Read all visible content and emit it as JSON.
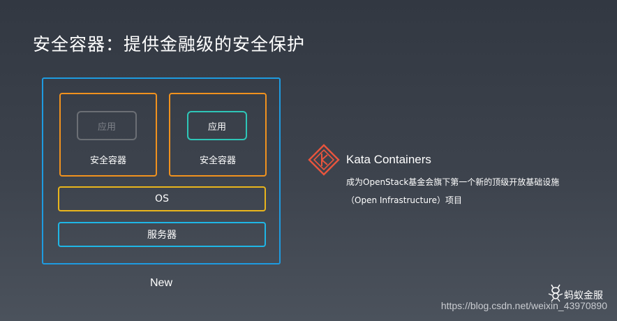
{
  "slide": {
    "title": "安全容器：提供金融级的安全保护"
  },
  "diagram": {
    "containers": [
      {
        "app_label": "应用",
        "app_state": "dim",
        "container_label": "安全容器"
      },
      {
        "app_label": "应用",
        "app_state": "active",
        "container_label": "安全容器"
      }
    ],
    "os_label": "OS",
    "server_label": "服务器",
    "caption": "New"
  },
  "kata": {
    "logo_icon": "kata-containers-logo-icon",
    "title": "Kata Containers",
    "line1": "成为OpenStack基金会旗下第一个新的顶级开放基础设施",
    "line2": "（Open Infrastructure）项目"
  },
  "branding": {
    "logo_icon": "ant-icon",
    "brand_text": "蚂蚁金服"
  },
  "watermark": {
    "text": "https://blog.csdn.net/weixin_43970890"
  },
  "colors": {
    "outer_box": "#1e9be0",
    "secure_container_border": "#f1921e",
    "app_active_border": "#2ec6b8",
    "app_dim_border": "#6b6f75",
    "os_border": "#e9b51c",
    "server_border": "#1fb6e6",
    "kata_logo": "#e8553d"
  }
}
